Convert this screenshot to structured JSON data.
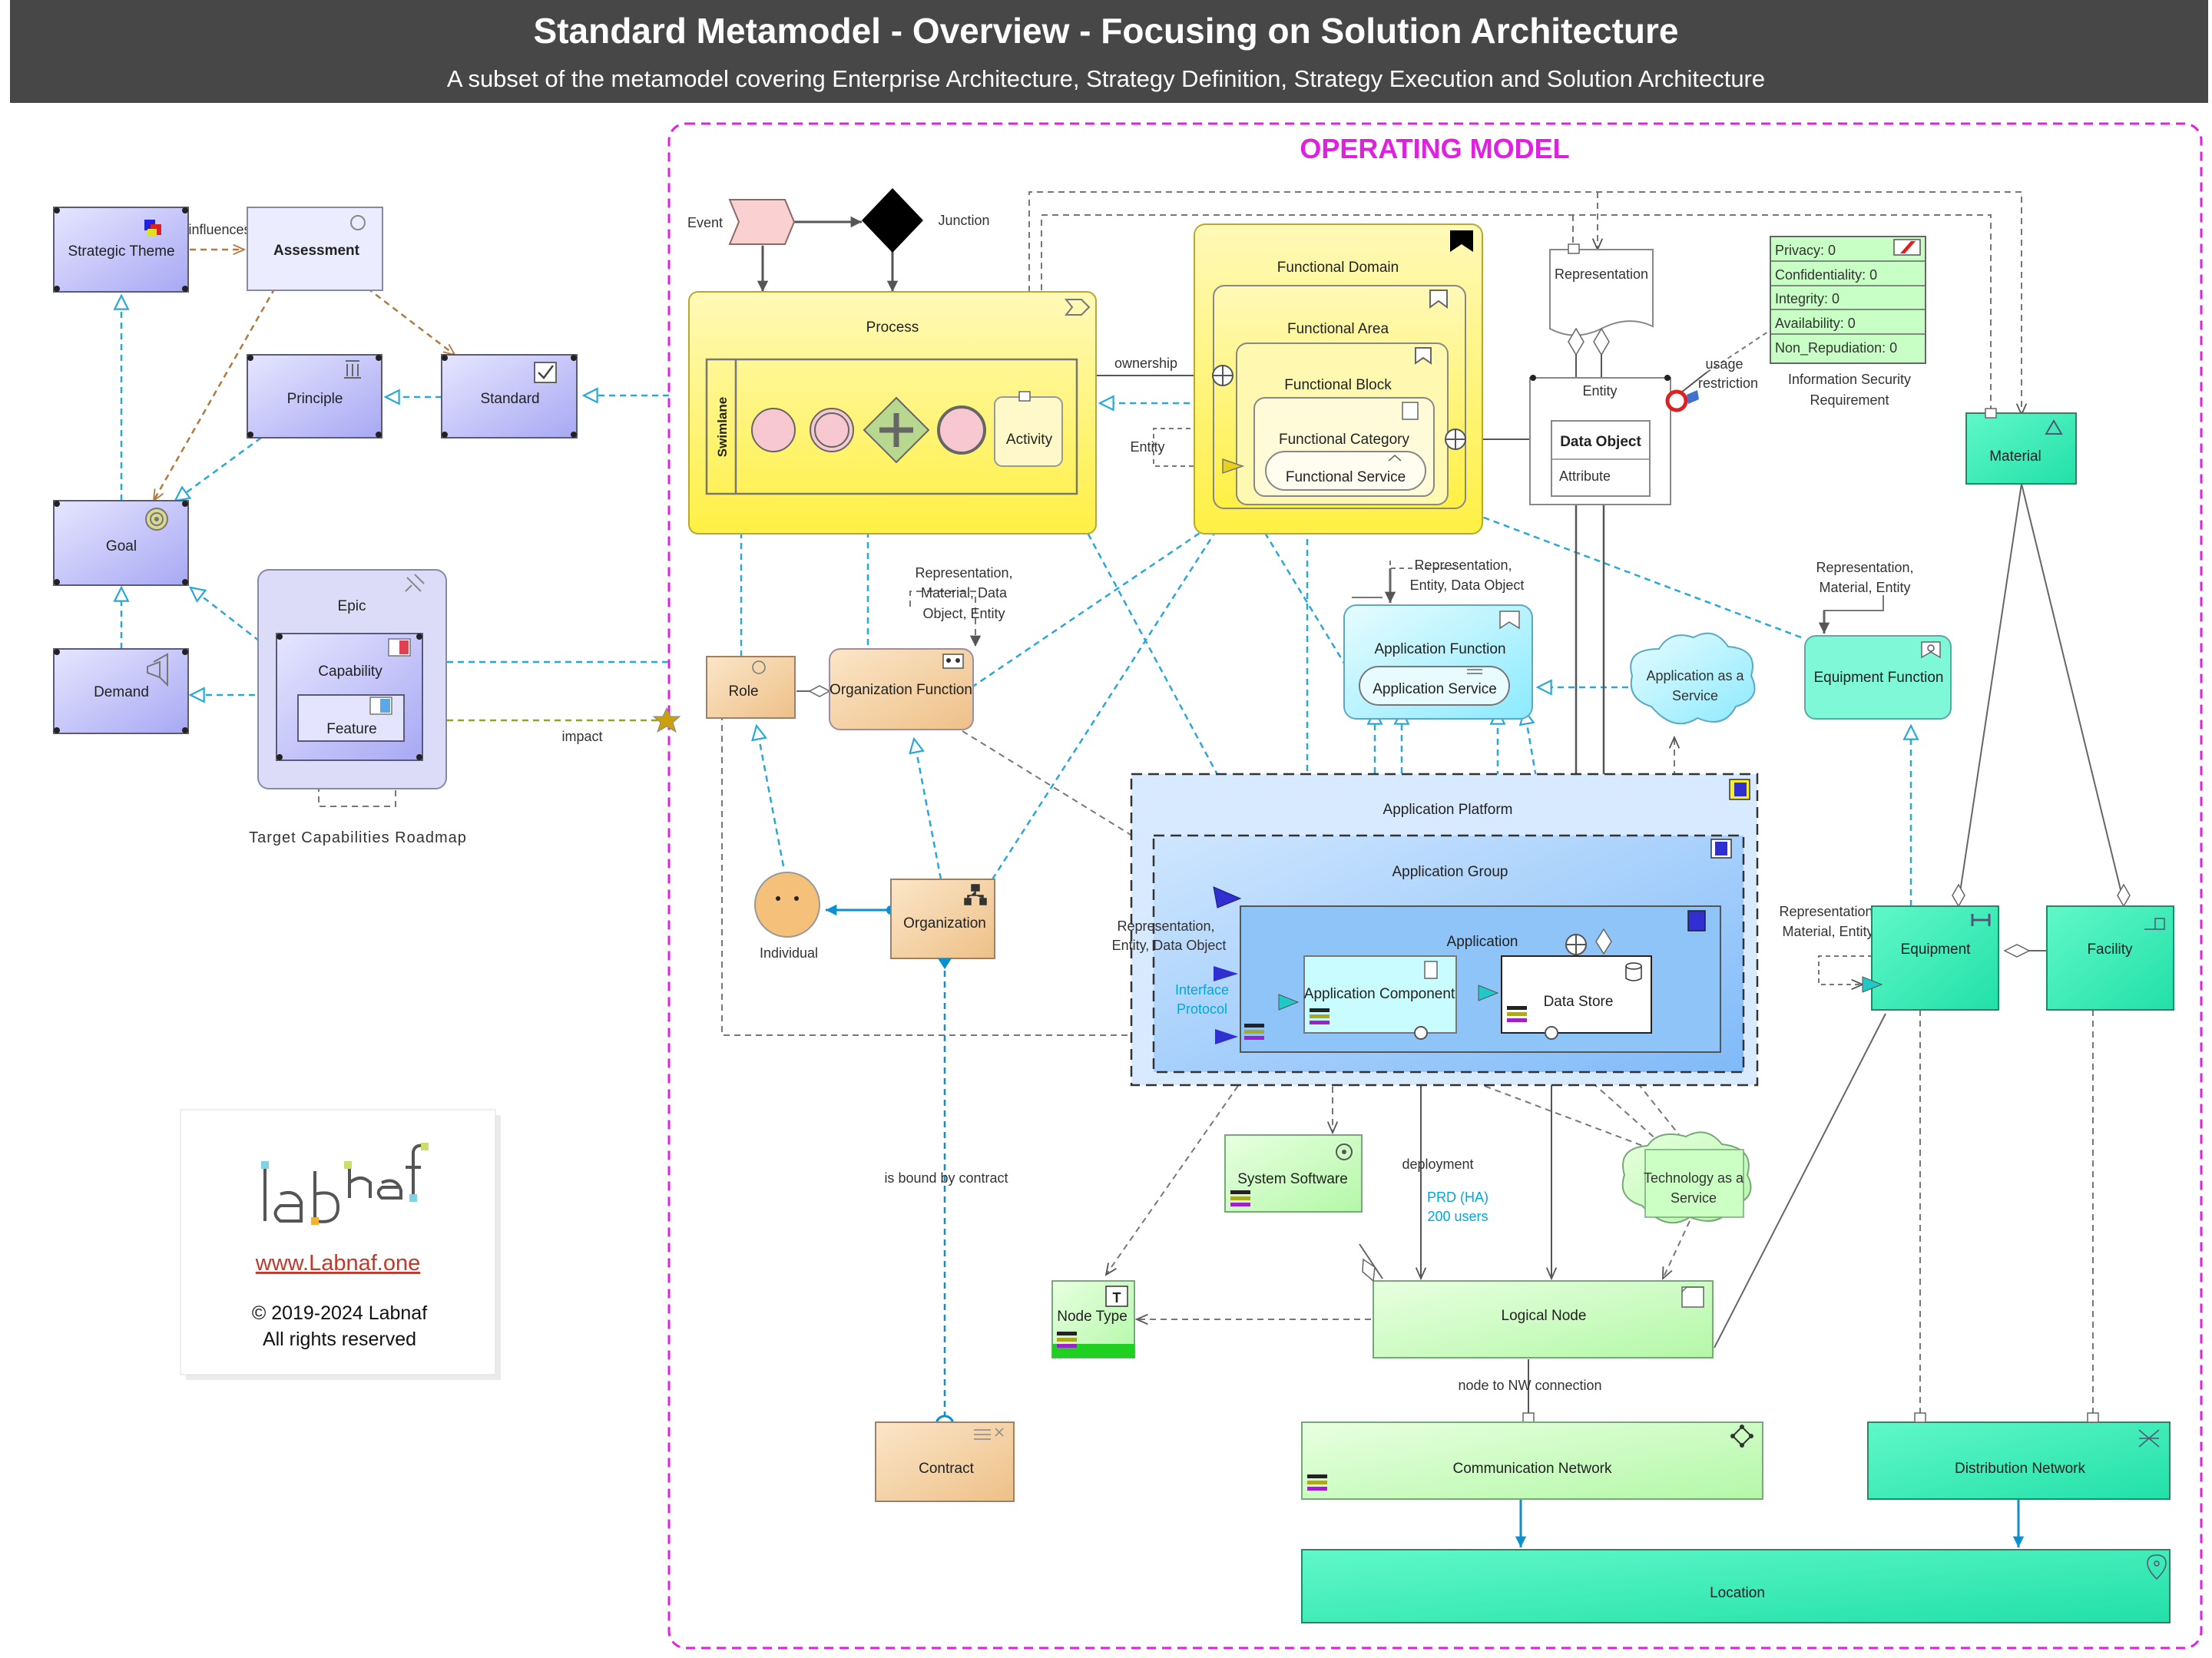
{
  "header": {
    "title": "Standard Metamodel - Overview - Focusing on Solution Architecture",
    "subtitle": "A subset of the metamodel covering Enterprise Architecture, Strategy Definition, Strategy Execution and Solution Architecture"
  },
  "operating_model": {
    "title": "OPERATING MODEL"
  },
  "strategy": {
    "strategic_theme": "Strategic Theme",
    "assessment": "Assessment",
    "influences": "influences",
    "principle": "Principle",
    "standard": "Standard",
    "goal": "Goal",
    "demand": "Demand",
    "epic": "Epic",
    "capability": "Capability",
    "feature": "Feature",
    "roadmap": "Target Capabilities Roadmap",
    "impact": "impact"
  },
  "business": {
    "event": "Event",
    "junction": "Junction",
    "process": "Process",
    "swimlane": "Swimlane",
    "activity": "Activity",
    "ownership": "ownership",
    "functional_domain": "Functional Domain",
    "functional_area": "Functional Area",
    "functional_block": "Functional Block",
    "functional_category": "Functional Category",
    "functional_service": "Functional Service",
    "entity_label": "Entity",
    "role": "Role",
    "organization_function": "Organization Function",
    "org_fn_note": [
      "Representation,",
      "Material, Data",
      "Object, Entity"
    ],
    "individual": "Individual",
    "organization": "Organization",
    "bound_by_contract": "is bound by contract",
    "contract": "Contract"
  },
  "information": {
    "representation": "Representation",
    "entity": "Entity",
    "data_object": "Data Object",
    "attribute": "Attribute",
    "usage_restriction": [
      "usage",
      "restriction"
    ],
    "security_fields": [
      "Privacy: 0",
      "Confidentiality: 0",
      "Integrity: 0",
      "Availability: 0",
      "Non_Repudiation: 0"
    ],
    "security_requirement": [
      "Information Security",
      "Requirement"
    ]
  },
  "application": {
    "app_fn_note": [
      "Representation,",
      "Entity, Data Object"
    ],
    "application_function": "Application Function",
    "application_service": "Application Service",
    "application_as_a_service": [
      "Application as a",
      "Service"
    ],
    "application_platform": "Application Platform",
    "application_group": "Application Group",
    "application": "Application",
    "app_note": [
      "Representation,",
      "Entity, Data Object"
    ],
    "interface_protocol": [
      "Interface",
      "Protocol"
    ],
    "application_component": "Application Component",
    "data_store": "Data Store"
  },
  "physical": {
    "material": "Material",
    "equipment_fn_note": [
      "Representation,",
      "Material, Entity"
    ],
    "equipment_function": "Equipment Function",
    "equipment_note": [
      "Representation,",
      "Material, Entity"
    ],
    "equipment": "Equipment",
    "facility": "Facility",
    "distribution_network": "Distribution Network",
    "location": "Location"
  },
  "technology": {
    "system_software": "System Software",
    "deployment": "deployment",
    "deployment_env": [
      "PRD (HA)",
      "200 users"
    ],
    "technology_as_a_service": [
      "Technology as a",
      "Service"
    ],
    "node_type": "Node Type",
    "logical_node": "Logical Node",
    "nw_connection": "node to NW connection",
    "communication_network": "Communication Network"
  },
  "logo": {
    "brand": "labnaf",
    "link": "www.Labnaf.one",
    "copyright": "© 2019-2024  Labnaf",
    "rights": "All rights reserved"
  },
  "colors": {
    "strategy": "#c4c4ff",
    "business": "#f8d8a8",
    "process": "#fff36a",
    "application": "#a8f4ff",
    "platform": "#d8eaff",
    "technology": "#ccffc4",
    "physical": "#40f0b8",
    "operating_model_border": "#e020e0",
    "header_bg": "#474747",
    "connector": "#28a8d8"
  }
}
